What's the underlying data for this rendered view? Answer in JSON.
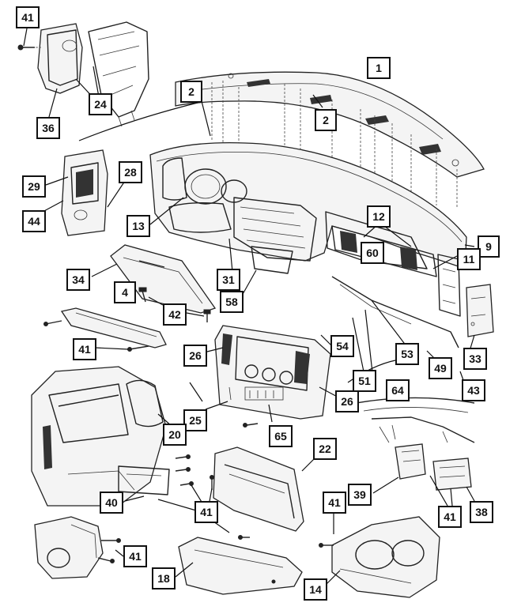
{
  "labels": [
    {
      "id": "l-41-a",
      "text": "41"
    },
    {
      "id": "l-1",
      "text": "1"
    },
    {
      "id": "l-2-a",
      "text": "2"
    },
    {
      "id": "l-2-b",
      "text": "2"
    },
    {
      "id": "l-24",
      "text": "24"
    },
    {
      "id": "l-36",
      "text": "36"
    },
    {
      "id": "l-29",
      "text": "29"
    },
    {
      "id": "l-28",
      "text": "28"
    },
    {
      "id": "l-44",
      "text": "44"
    },
    {
      "id": "l-13",
      "text": "13"
    },
    {
      "id": "l-12",
      "text": "12"
    },
    {
      "id": "l-60",
      "text": "60"
    },
    {
      "id": "l-9",
      "text": "9"
    },
    {
      "id": "l-11",
      "text": "11"
    },
    {
      "id": "l-34",
      "text": "34"
    },
    {
      "id": "l-4",
      "text": "4"
    },
    {
      "id": "l-31",
      "text": "31"
    },
    {
      "id": "l-58",
      "text": "58"
    },
    {
      "id": "l-42",
      "text": "42"
    },
    {
      "id": "l-41-b",
      "text": "41"
    },
    {
      "id": "l-26-a",
      "text": "26"
    },
    {
      "id": "l-54",
      "text": "54"
    },
    {
      "id": "l-53",
      "text": "53"
    },
    {
      "id": "l-49",
      "text": "49"
    },
    {
      "id": "l-33",
      "text": "33"
    },
    {
      "id": "l-51",
      "text": "51"
    },
    {
      "id": "l-64",
      "text": "64"
    },
    {
      "id": "l-43",
      "text": "43"
    },
    {
      "id": "l-26-b",
      "text": "26"
    },
    {
      "id": "l-25",
      "text": "25"
    },
    {
      "id": "l-20",
      "text": "20"
    },
    {
      "id": "l-65",
      "text": "65"
    },
    {
      "id": "l-22",
      "text": "22"
    },
    {
      "id": "l-39",
      "text": "39"
    },
    {
      "id": "l-38",
      "text": "38"
    },
    {
      "id": "l-41-c",
      "text": "41"
    },
    {
      "id": "l-40",
      "text": "40"
    },
    {
      "id": "l-41-d",
      "text": "41"
    },
    {
      "id": "l-41-e",
      "text": "41"
    },
    {
      "id": "l-41-f",
      "text": "41"
    },
    {
      "id": "l-18",
      "text": "18"
    },
    {
      "id": "l-14",
      "text": "14"
    }
  ]
}
